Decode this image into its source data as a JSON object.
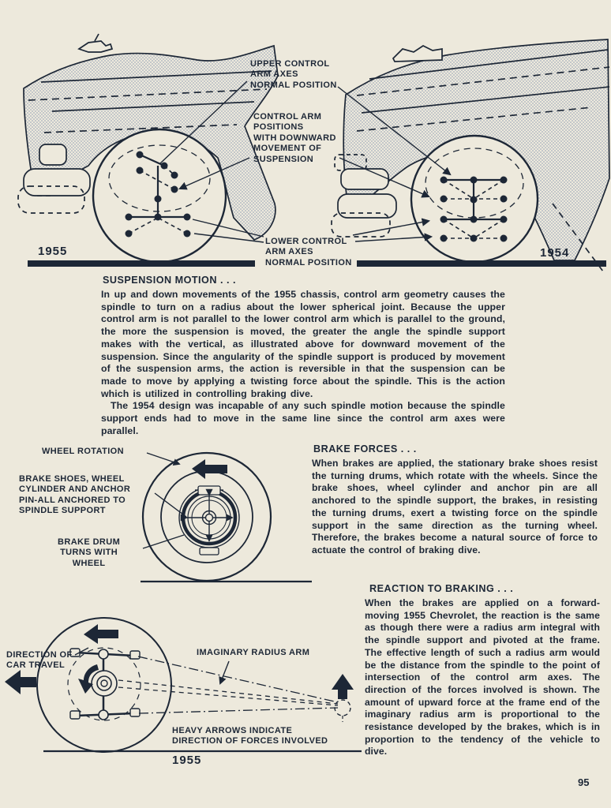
{
  "colors": {
    "ink": "#1d2736",
    "paper": "#ede9dc",
    "halftone": "#b6bcc4"
  },
  "top_diagram": {
    "labels": {
      "upper": "UPPER CONTROL\nARM AXES\nNORMAL POSITION",
      "middle": "CONTROL ARM\nPOSITIONS\nWITH DOWNWARD\nMOVEMENT OF\nSUSPENSION",
      "lower": "LOWER CONTROL\nARM AXES\nNORMAL POSITION",
      "year_left": "1955",
      "year_right": "1954"
    }
  },
  "suspension_motion": {
    "heading": "SUSPENSION MOTION .  .  .",
    "para1": "In up and down movements of the 1955 chassis, control arm geometry causes the spindle to turn on a radius about the lower spherical joint. Because the upper control arm is not parallel to the lower control arm which is parallel to the ground, the more the suspension is moved, the greater the angle the spindle support makes with the vertical, as illustrated above for downward movement of the suspension. Since the angularity of the spindle support is produced by movement of the suspension arms, the action is reversible in that the suspension can be made to move by applying a twisting force about the spindle. This is the action which is utilized in controlling braking dive.",
    "para2": "The 1954 design was incapable of any such spindle motion because the spindle support ends had to move in the same line since the control arm axes were parallel."
  },
  "brake_diagram": {
    "labels": {
      "wheel_rotation": "WHEEL ROTATION",
      "brake_shoes": "BRAKE SHOES, WHEEL\nCYLINDER AND ANCHOR\nPIN-ALL ANCHORED TO\nSPINDLE SUPPORT",
      "brake_drum": "BRAKE DRUM\nTURNS WITH\nWHEEL"
    }
  },
  "brake_forces": {
    "heading": "BRAKE FORCES .  .  .",
    "body": "When brakes are applied, the stationary brake shoes resist the turning drums, which rotate with the wheels. Since the brake shoes, wheel cylinder and anchor pin are all anchored to the spindle support, the brakes, in resisting the turning drums, exert a twisting force on the spindle support in the same direction as the turning wheel. Therefore, the brakes become a natural source of force to actuate the control of braking dive."
  },
  "reaction": {
    "heading": "REACTION TO BRAKING .  .  .",
    "body": "When the brakes are applied on a forward-moving 1955 Chevrolet, the reaction is the same as though there were a radius arm integral with the spindle support and pivoted at the frame. The effective length of such a radius arm would be the distance from the spindle to the point of intersection of the control arm axes. The direction of the forces involved is shown. The amount of upward force at the frame end of the imaginary radius arm is proportional to the resistance developed by the brakes, which is in proportion to the tendency of the vehicle to dive."
  },
  "bottom_diagram": {
    "labels": {
      "direction": "DIRECTION OF\nCAR TRAVEL",
      "imaginary": "IMAGINARY RADIUS ARM",
      "heavy": "HEAVY ARROWS INDICATE\nDIRECTION OF FORCES INVOLVED",
      "year": "1955"
    }
  },
  "page": {
    "number": "95"
  }
}
